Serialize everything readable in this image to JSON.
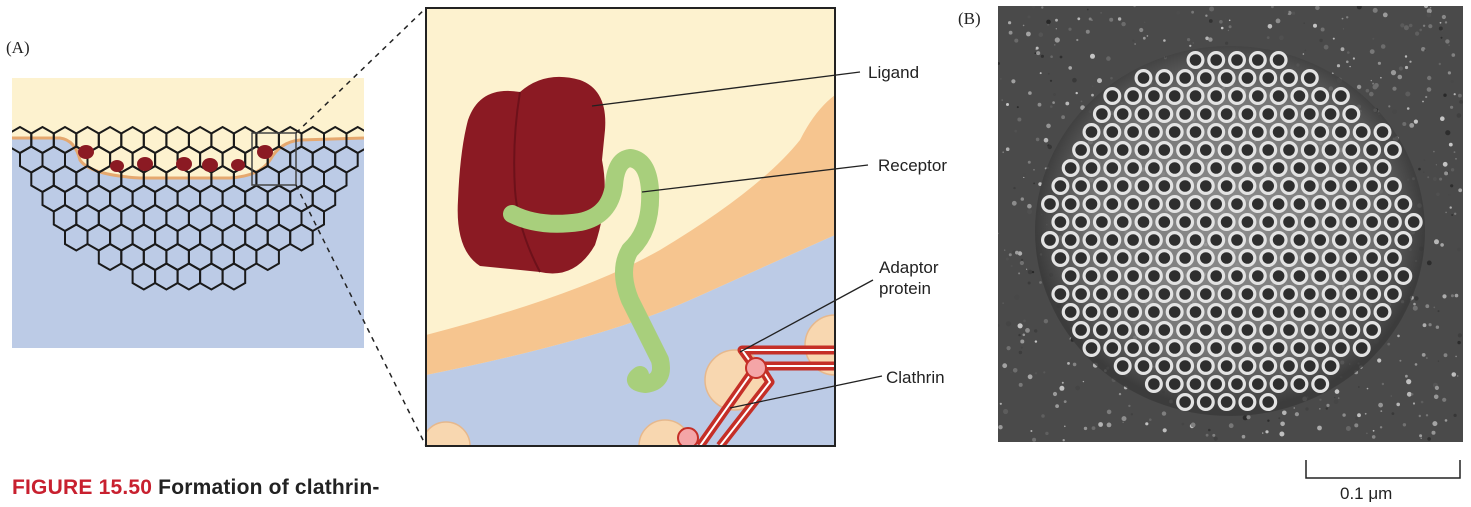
{
  "panels": {
    "a_label": "(A)",
    "b_label": "(B)"
  },
  "labels": {
    "ligand": "Ligand",
    "receptor": "Receptor",
    "adaptor_line1": "Adaptor",
    "adaptor_line2": "protein",
    "clathrin": "Clathrin"
  },
  "caption": {
    "figure_number": "FIGURE 15.50",
    "title": "Formation of clathrin-"
  },
  "scale_bar": {
    "text": "0.1 μm"
  },
  "colors": {
    "extracellular": "#fdf2cf",
    "cytoplasm": "#bccbe6",
    "membrane": "#f6c58f",
    "ligand": "#8b1a23",
    "receptor": "#a8cf7c",
    "adaptor": "#f8d7b0",
    "clathrin": "#c52f27",
    "clathrin_node": "#f4a5a7",
    "caption_accent": "#c8202f"
  }
}
